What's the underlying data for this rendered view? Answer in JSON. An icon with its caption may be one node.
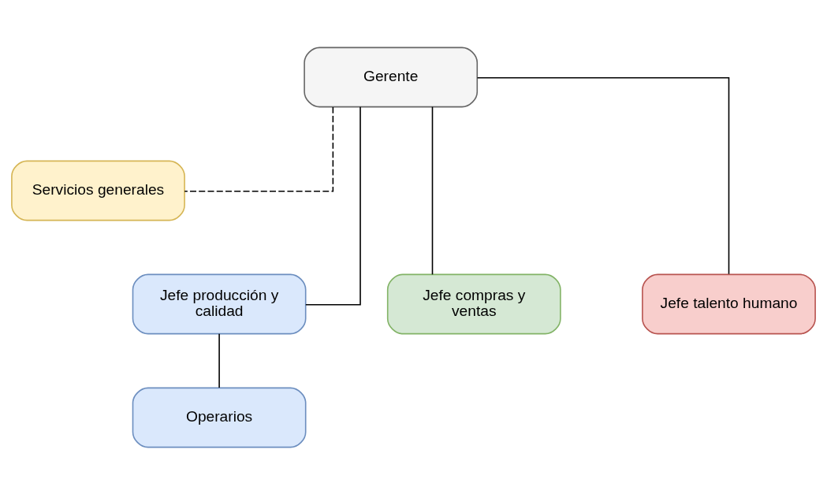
{
  "diagram": {
    "nodes": [
      {
        "text": [
          "Gerente"
        ]
      },
      {
        "text": [
          "Servicios generales"
        ]
      },
      {
        "text": [
          "Jefe producción y calidad"
        ]
      },
      {
        "text": [
          "Jefe compras y ventas"
        ]
      },
      {
        "text": [
          "Jefe talento humano"
        ]
      },
      {
        "text": [
          "Operarios"
        ]
      }
    ],
    "edges": [
      {
        "from": 0,
        "to": 1,
        "arrow": "none",
        "style": "dashed"
      },
      {
        "from": 0,
        "to": 2,
        "arrow": "none"
      },
      {
        "from": 0,
        "to": 3,
        "arrow": "none"
      },
      {
        "from": 0,
        "to": 4,
        "arrow": "none"
      },
      {
        "from": 2,
        "to": 5,
        "arrow": "none"
      }
    ]
  }
}
